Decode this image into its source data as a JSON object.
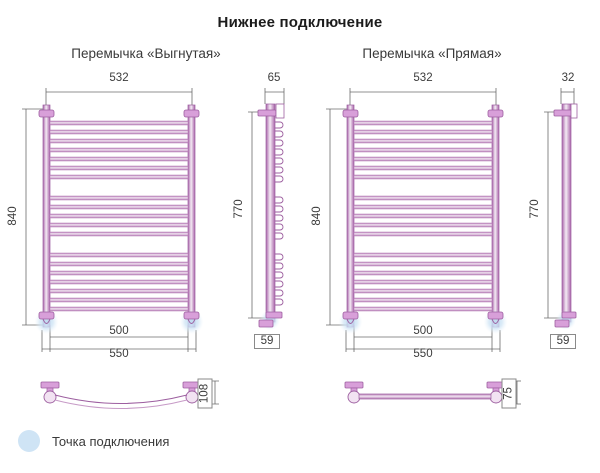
{
  "page": {
    "title": "Нижнее подключение",
    "background": "#ffffff",
    "line_color": "#9d5fa0",
    "line_color_light": "#c79bc7",
    "dim_color": "#6b6b6b",
    "text_color": "#3a3a3a",
    "connection_glow_color": "#cfe4f5"
  },
  "variants": [
    {
      "id": "vygnutaya",
      "subtitle": "Перемычка «Выгнутая»",
      "front_view": {
        "width_top": "532",
        "height": "840",
        "width_feet": "500",
        "width_overall": "550",
        "rail_groups": [
          7,
          5,
          7
        ],
        "connection_points": 2
      },
      "side_view": {
        "depth_top": "65",
        "height": "770",
        "depth_bottom": "59",
        "hooks": 14
      },
      "bridge_view": {
        "shape": "curved",
        "depth": "108"
      }
    },
    {
      "id": "pryamaya",
      "subtitle": "Перемычка «Прямая»",
      "front_view": {
        "width_top": "532",
        "height": "840",
        "width_feet": "500",
        "width_overall": "550",
        "rail_groups": [
          7,
          5,
          7
        ],
        "connection_points": 2
      },
      "side_view": {
        "depth_top": "32",
        "height": "770",
        "depth_bottom": "59",
        "hooks": 0
      },
      "bridge_view": {
        "shape": "straight",
        "depth": "75"
      }
    }
  ],
  "legend": {
    "label": "Точка подключения",
    "swatch_color": "#cfe4f5"
  }
}
